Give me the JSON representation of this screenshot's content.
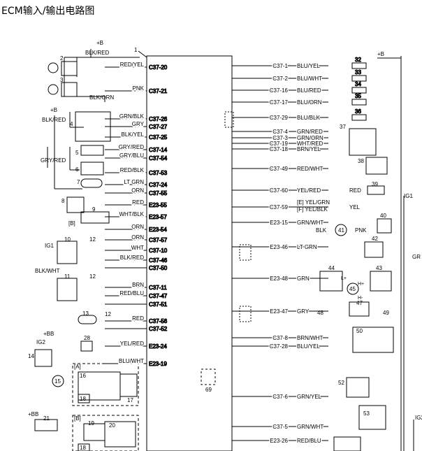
{
  "title": "ECM输入/输出电路图",
  "ecm_ref": "1",
  "supply": {
    "plus_b": "+B",
    "plus_bb": "+BB",
    "ig1": "IG1",
    "ig2": "IG2"
  },
  "left_pins": [
    {
      "label": "RED/YEL",
      "pin": "C37-20"
    },
    {
      "label": "PNK",
      "pin": "C37-21"
    },
    {
      "label": "GRN/BLK",
      "pin": "C37-26"
    },
    {
      "label": "GRY",
      "pin": "C37-27"
    },
    {
      "label": "BLK/YEL",
      "pin": "C37-25"
    },
    {
      "label": "GRY/RED",
      "pin": "C37-14"
    },
    {
      "label": "GRY/BLU",
      "pin": "C37-54"
    },
    {
      "label": "RED/BLK",
      "pin": "C37-53"
    },
    {
      "label": "LT GRN",
      "pin": "C37-24"
    },
    {
      "label": "ORN",
      "pin": "C37-55"
    },
    {
      "label": "RED",
      "pin": "E23-55"
    },
    {
      "label": "WHT/BLK",
      "pin": "E23-57"
    },
    {
      "label": "ORN",
      "pin": "E23-54"
    },
    {
      "label": "ORN",
      "pin": "C37-57"
    },
    {
      "label": "WHT",
      "pin": "C37-10"
    },
    {
      "label": "BLK/RED",
      "pin": "C37-46"
    },
    {
      "label": "",
      "pin": "C37-50"
    },
    {
      "label": "BRN",
      "pin": "C37-11"
    },
    {
      "label": "RED/BLU",
      "pin": "C37-47"
    },
    {
      "label": "",
      "pin": "C37-51"
    },
    {
      "label": "RED",
      "pin": "C37-56"
    },
    {
      "label": "",
      "pin": "C37-52"
    },
    {
      "label": "YEL/RED",
      "pin": "E23-24"
    },
    {
      "label": "BLU/WHT",
      "pin": "E23-19"
    }
  ],
  "right_pins": [
    {
      "pin": "C37-1",
      "label": "BLU/YEL",
      "ref": "32"
    },
    {
      "pin": "C37-2",
      "label": "BLU/WHT",
      "ref": "33"
    },
    {
      "pin": "C37-16",
      "label": "BLU/RED",
      "ref": "34"
    },
    {
      "pin": "C37-17",
      "label": "BLU/ORN",
      "ref": "35"
    },
    {
      "pin": "C37-29",
      "label": "BLU/BLK",
      "ref": "36"
    },
    {
      "pin": "C37-4",
      "label": "GRN/RED",
      "ref": ""
    },
    {
      "pin": "C37-3",
      "label": "GRN/ORN",
      "ref": ""
    },
    {
      "pin": "C37-19",
      "label": "WHT/RED",
      "ref": ""
    },
    {
      "pin": "C37-18",
      "label": "BRN/YEL",
      "ref": ""
    },
    {
      "pin": "C37-49",
      "label": "RED/WHT",
      "ref": ""
    },
    {
      "pin": "C37-60",
      "label": "YEL/RED",
      "ref": ""
    },
    {
      "pin": "C37-59",
      "label": "",
      "ref": ""
    },
    {
      "pin": "E23-15",
      "label": "GRN/WHT",
      "ref": ""
    },
    {
      "pin": "E23-46",
      "label": "LT GRN",
      "ref": ""
    },
    {
      "pin": "E23-48",
      "label": "GRN",
      "ref": ""
    },
    {
      "pin": "E23-47",
      "label": "GRY",
      "ref": ""
    },
    {
      "pin": "C37-8",
      "label": "BRN/WHT",
      "ref": ""
    },
    {
      "pin": "C37-28",
      "label": "BLU/YEL",
      "ref": ""
    },
    {
      "pin": "C37-6",
      "label": "GRN/YEL",
      "ref": ""
    },
    {
      "pin": "C37-5",
      "label": "GRN/WHT",
      "ref": ""
    },
    {
      "pin": "E23-26",
      "label": "RED/BLU",
      "ref": ""
    }
  ],
  "wire_labels": {
    "blk_red": "BLK/RED",
    "blk_orn": "BLK/ORN",
    "gry_red": "GRY/RED",
    "blk_wht": "BLK/WHT",
    "red_39": "RED",
    "yel": "YEL",
    "e_yel_grn": "[E] YEL/GRN",
    "f_yel_blk": "[F] YEL/BLK",
    "blk_41": "BLK",
    "pnk_41": "PNK",
    "gr_edge": "GR"
  },
  "variants": {
    "a": "[A]",
    "b": "[B]",
    "b2": "[B]"
  },
  "component_refs": [
    "2",
    "3",
    "4",
    "5",
    "6",
    "7",
    "8",
    "9",
    "10",
    "11",
    "12",
    "12",
    "12",
    "13",
    "14",
    "15",
    "16",
    "17",
    "18",
    "18",
    "19",
    "20",
    "21",
    "28",
    "37",
    "38",
    "39",
    "40",
    "41",
    "42",
    "43",
    "44",
    "45",
    "47",
    "48",
    "49",
    "50",
    "52",
    "53",
    "69"
  ],
  "motor_terms": {
    "l_plus": "L+",
    "h_plus": "H+",
    "h_minus": "H-"
  }
}
